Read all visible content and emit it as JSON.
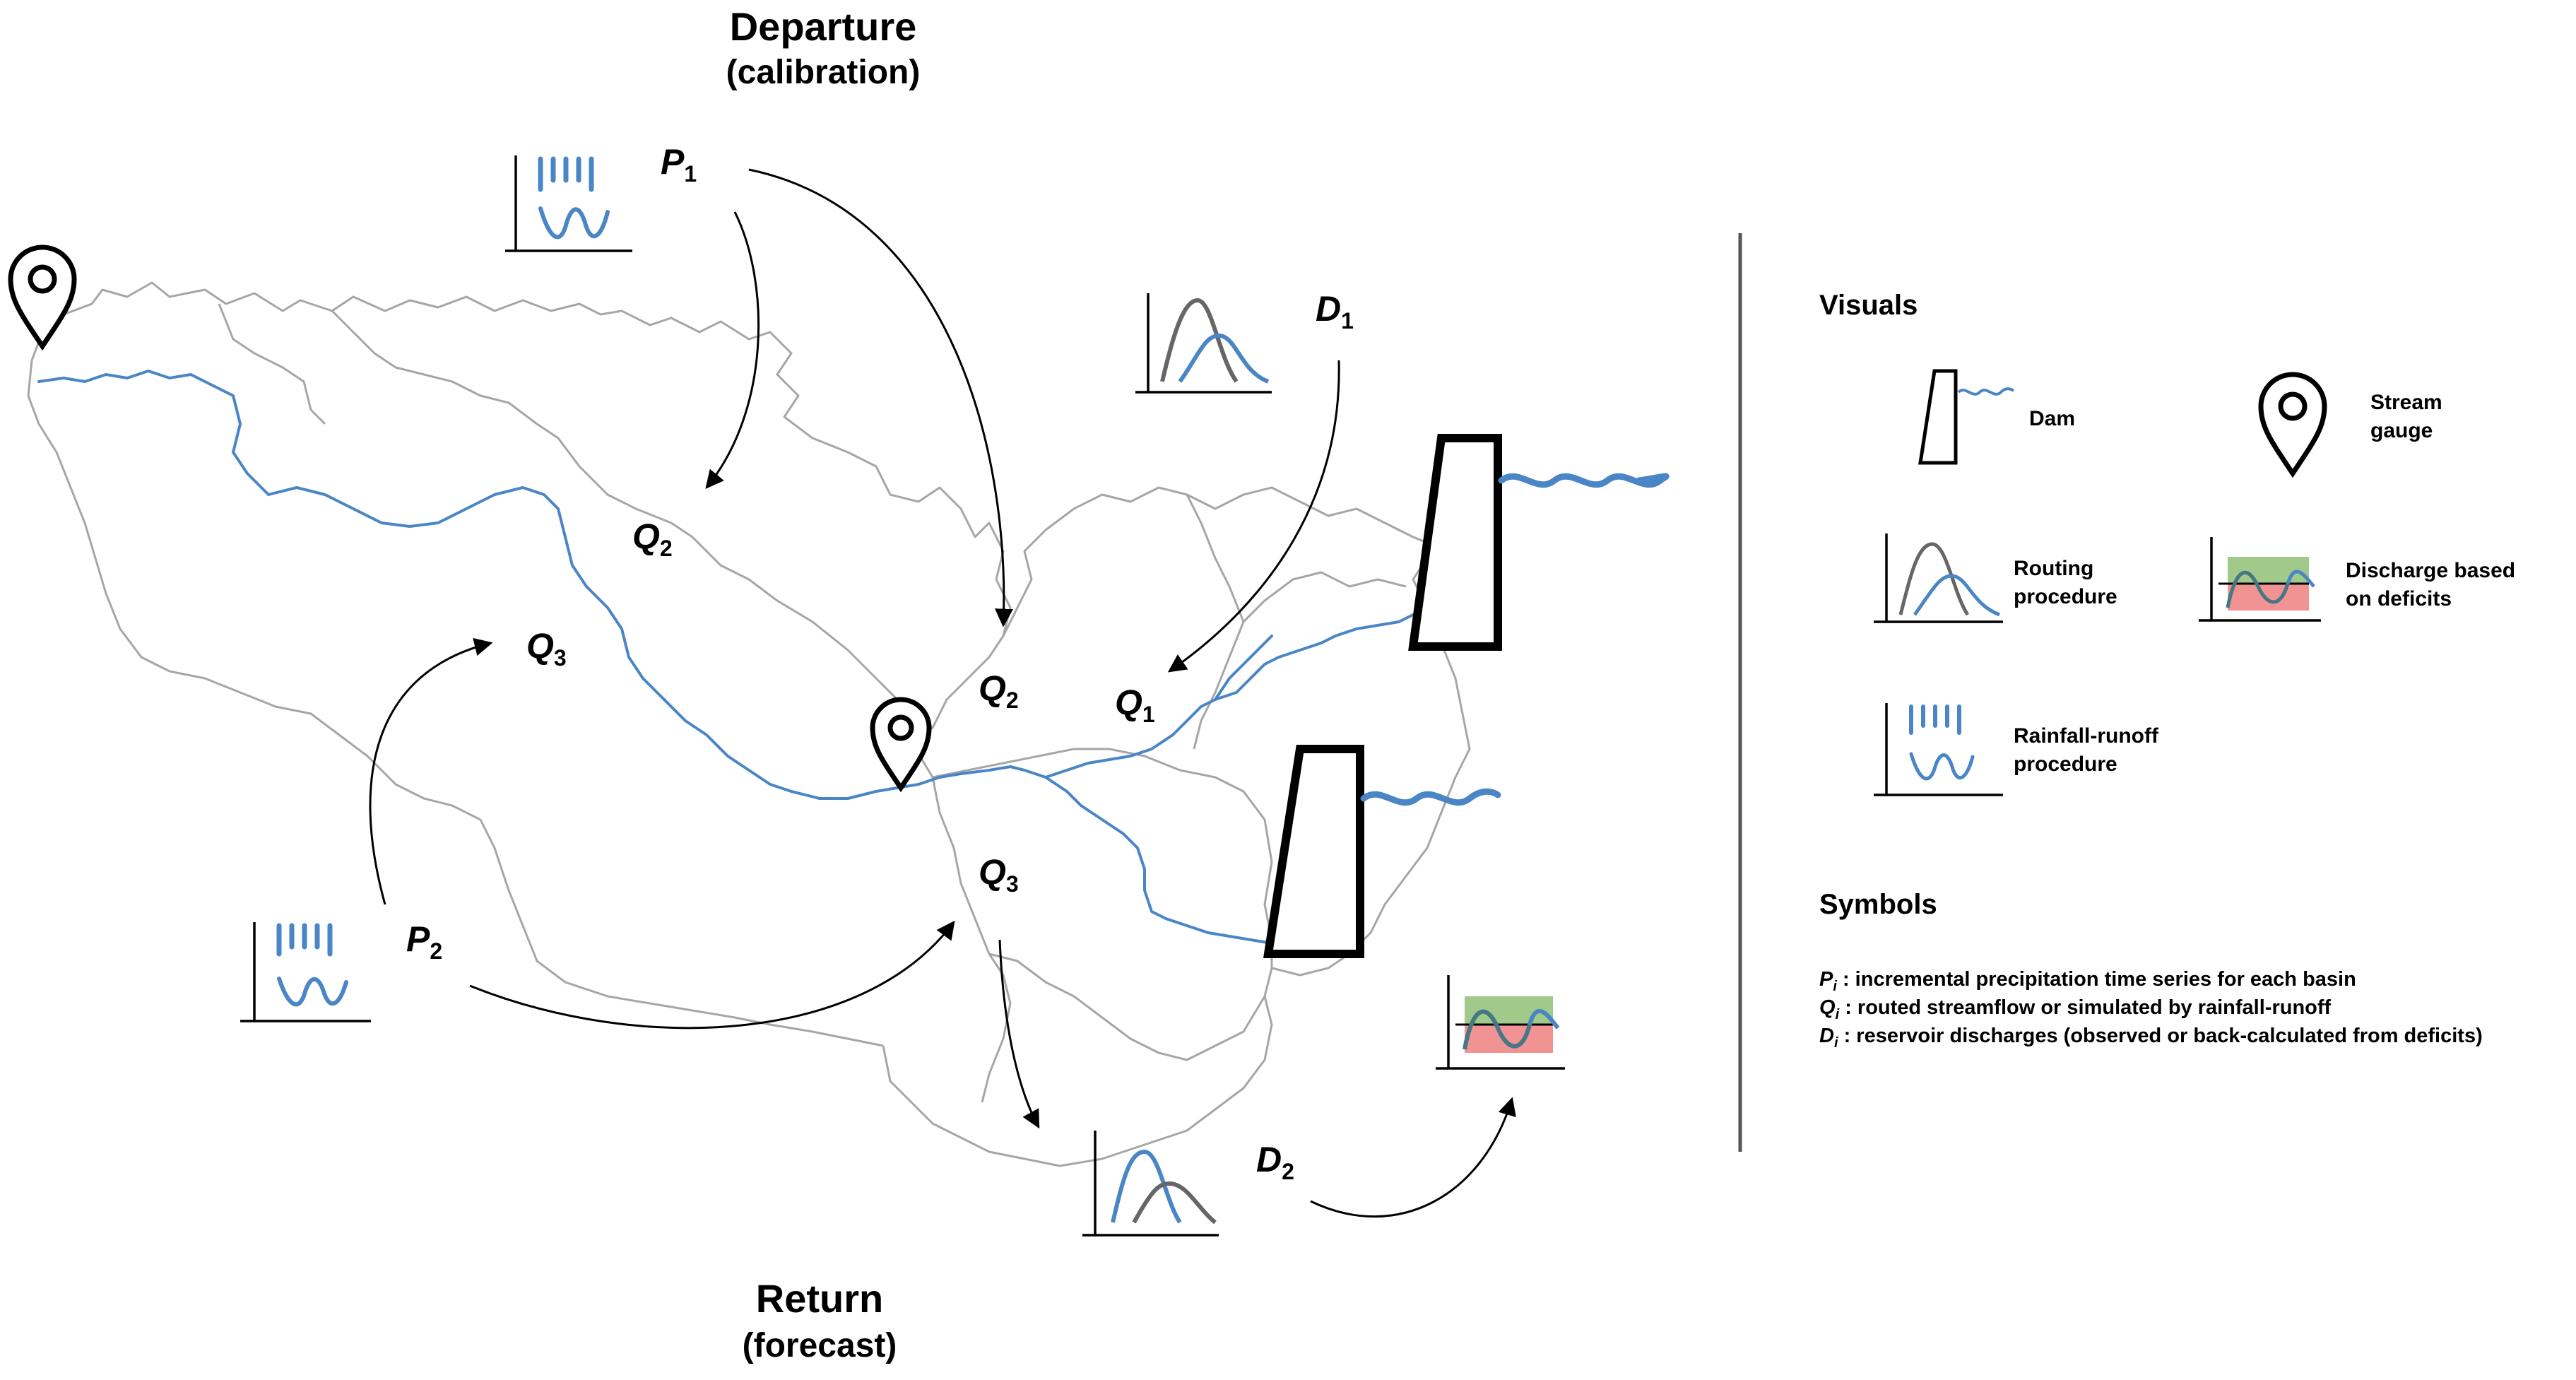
{
  "diagram": {
    "titles": {
      "departure": "Departure",
      "departure_sub": "(calibration)",
      "return": "Return",
      "return_sub": "(forecast)"
    },
    "variables": {
      "p1": {
        "sym": "P",
        "idx": "1"
      },
      "p2": {
        "sym": "P",
        "idx": "2"
      },
      "d1": {
        "sym": "D",
        "idx": "1"
      },
      "d2": {
        "sym": "D",
        "idx": "2"
      },
      "q1": {
        "sym": "Q",
        "idx": "1"
      },
      "q2a": {
        "sym": "Q",
        "idx": "2"
      },
      "q2b": {
        "sym": "Q",
        "idx": "2"
      },
      "q3a": {
        "sym": "Q",
        "idx": "3"
      },
      "q3b": {
        "sym": "Q",
        "idx": "3"
      }
    }
  },
  "legend": {
    "visuals_heading": "Visuals",
    "dam_label": "Dam",
    "gauge_label_1": "Stream",
    "gauge_label_2": "gauge",
    "routing_label_1": "Routing",
    "routing_label_2": "procedure",
    "deficit_label_1": "Discharge based",
    "deficit_label_2": "on deficits",
    "rainfall_label_1": "Rainfall-runoff",
    "rainfall_label_2": "procedure",
    "symbols_heading": "Symbols",
    "symbols": [
      {
        "sym": "P",
        "idx": "i",
        "text": ": incremental precipitation time series for each basin"
      },
      {
        "sym": "Q",
        "idx": "i",
        "text": ": routed streamflow or simulated by rainfall-runoff"
      },
      {
        "sym": "D",
        "idx": "i",
        "text": ": reservoir discharges (observed or back-calculated from deficits)"
      }
    ]
  },
  "colors": {
    "river": "#4a86c5",
    "boundary": "#a6a6a6",
    "routing_grey": "#666666",
    "deficit_green": "#8fbf75",
    "deficit_red": "#f08080"
  }
}
